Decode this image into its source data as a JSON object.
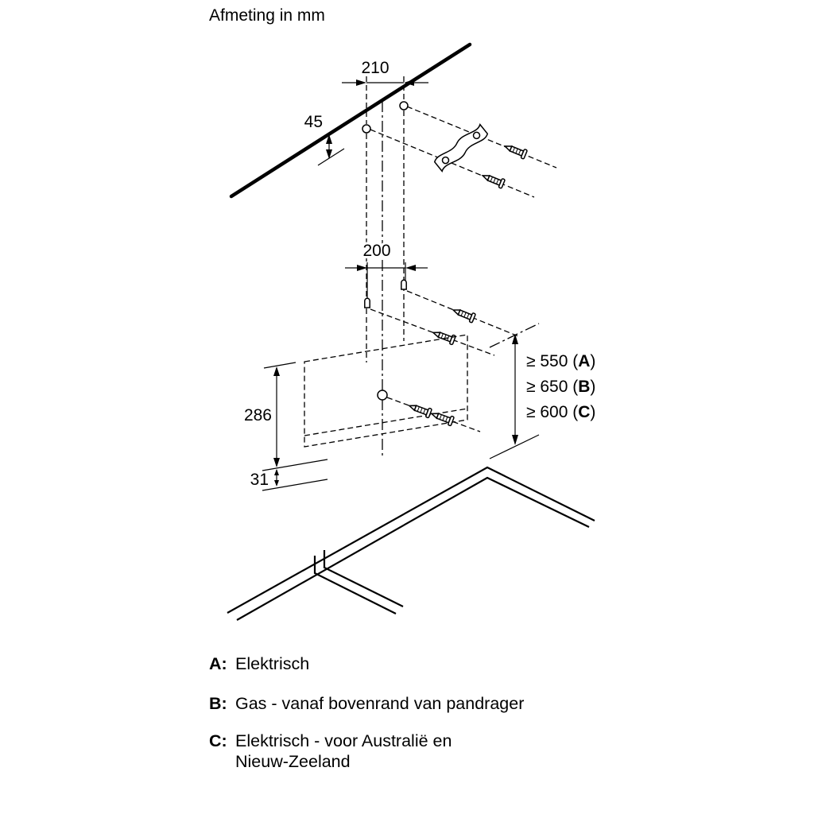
{
  "title": "Afmeting in mm",
  "dimensions": {
    "top_width": "210",
    "wall_offset": "45",
    "bracket_width": "200",
    "body_height": "286",
    "bottom_offset": "31"
  },
  "clearances": [
    {
      "prefix": "≥ 550 (",
      "letter": "A",
      "suffix": ")"
    },
    {
      "prefix": "≥ 650 (",
      "letter": "B",
      "suffix": ")"
    },
    {
      "prefix": "≥ 600 (",
      "letter": "C",
      "suffix": ")"
    }
  ],
  "legend": [
    {
      "letter": "A:",
      "text": "Elektrisch"
    },
    {
      "letter": "B:",
      "text": "Gas - vanaf bovenrand van pandrager"
    },
    {
      "letter": "C:",
      "text": "Elektrisch - voor Australië en",
      "text2": "Nieuw-Zeeland"
    }
  ],
  "colors": {
    "line": "#000000",
    "background": "#ffffff"
  }
}
